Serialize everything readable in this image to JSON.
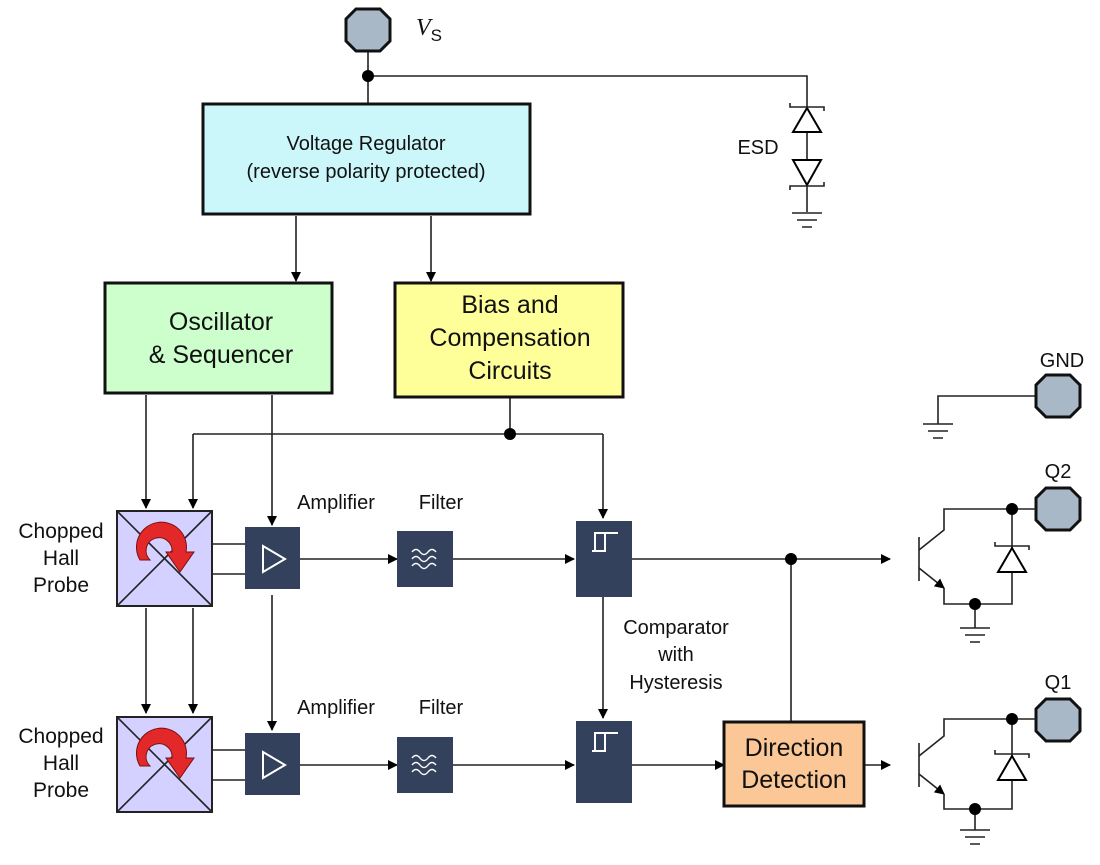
{
  "diagram": {
    "colors": {
      "regulator": "#ccf7fa",
      "oscillator": "#ccffcc",
      "bias": "#ffff9a",
      "direction": "#fbc796",
      "hall": "#d4d0ff",
      "dark_block": "#33415c",
      "pin": "#a9b8c7",
      "arrow_red": "#e3282a"
    },
    "pins": {
      "vs": {
        "label": "V",
        "sub": "S"
      },
      "gnd": {
        "label": "GND"
      },
      "q2": {
        "label": "Q2"
      },
      "q1": {
        "label": "Q1"
      }
    },
    "esd_label": "ESD",
    "regulator": {
      "line1": "Voltage Regulator",
      "line2": "(reverse polarity protected)"
    },
    "oscillator": {
      "line1": "Oscillator",
      "line2": "& Sequencer"
    },
    "bias": {
      "line1": "Bias and",
      "line2": "Compensation",
      "line3": "Circuits"
    },
    "hall_label": {
      "line1": "Chopped",
      "line2": "Hall",
      "line3": "Probe"
    },
    "amplifier_label": "Amplifier",
    "filter_label": "Filter",
    "comparator_label": {
      "line1": "Comparator",
      "line2": "with",
      "line3": "Hysteresis"
    },
    "direction": {
      "line1": "Direction",
      "line2": "Detection"
    }
  }
}
